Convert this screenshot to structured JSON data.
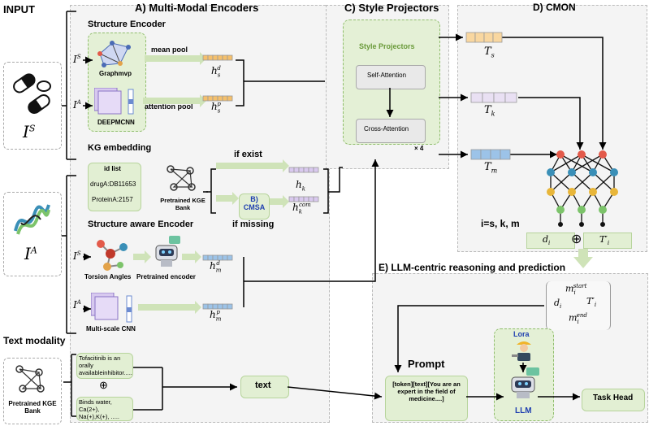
{
  "input": {
    "title": "INPUT",
    "is_label": "I^S",
    "ia_label": "I^A"
  },
  "panelA": {
    "title": "A) Multi-Modal Encoders",
    "structure_encoder": "Structure Encoder",
    "is": "I^S",
    "ia": "I^A",
    "graphmvp": "Graphmvp",
    "deepmcnn": "DEEPMCNN",
    "mean_pool": "mean pool",
    "attention_pool": "attention pool",
    "hsd": "h_s^d",
    "hsp": "h_s^p",
    "kg_embedding": "KG embedding",
    "id_list": "id list",
    "drug_id": "drugA:DB11653",
    "protein_id": "ProteinA:2157",
    "kge_bank": "Pretrained KGE Bank",
    "if_exist": "if exist",
    "if_missing": "if missing",
    "cmsa": "B) CMSA",
    "hk": "h_k",
    "hk_com": "h_k^com",
    "struct_aware": "Structure aware Encoder",
    "is2": "I^S",
    "ia2": "I^A",
    "torsion": "Torsion Angles",
    "pre_encoder": "Pretrained  encoder",
    "hmd": "h_m^d",
    "hmp": "h_m^p",
    "multiscale": "Multi-scale CNN"
  },
  "panelC": {
    "title": "C) Style Projectors",
    "inner_title": "Style Projectors",
    "self_att": "Self-Attention",
    "cross_att": "Cross-Attention",
    "x4": "× 4"
  },
  "panelD": {
    "title": "D) CMON",
    "ts": "T_s",
    "tk": "T_k",
    "tm": "T_m",
    "ieq": "i=s, k, m",
    "di": "d_i",
    "tpi": "T'_i"
  },
  "panelE": {
    "title": "E) LLM-centric reasoning and prediction",
    "m_start": "m_i^start",
    "m_end": "m_i^end",
    "di": "d_i",
    "tpi": "T'_i",
    "prompt": "Prompt",
    "prompt_text": "[token][text][You are an expert in the field of medicine....]",
    "lora": "Lora",
    "llm": "LLM",
    "task_head": "Task Head"
  },
  "text_modality": {
    "title": "Text modality",
    "kge_bank": "Pretrained KGE Bank",
    "text1": "Tofacitinib is an orally availableinhibitor.....",
    "text2": "Binds water, Ca(2+), Na(+),K(+), .....",
    "text_label": "text"
  }
}
